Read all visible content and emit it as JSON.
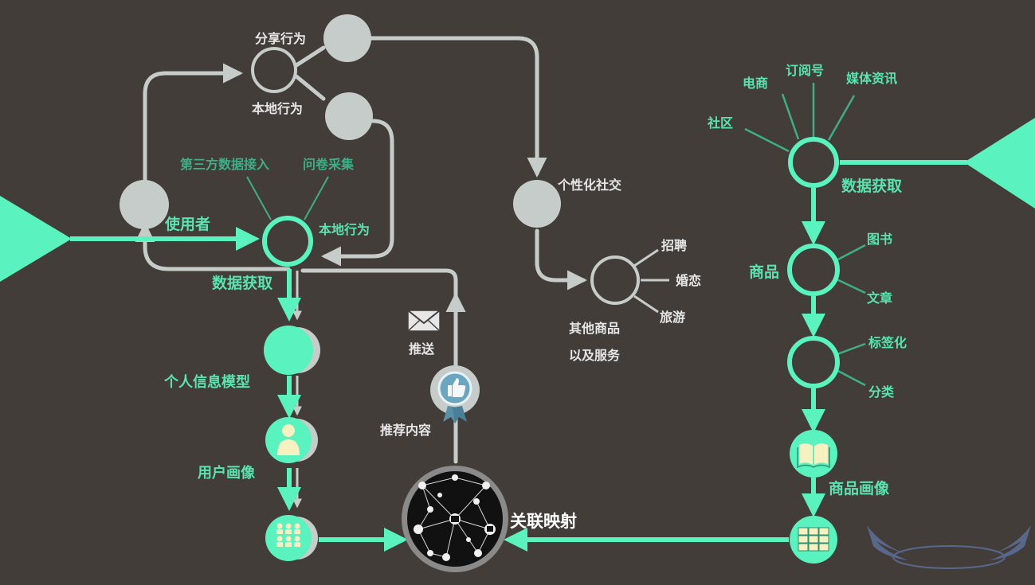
{
  "colors": {
    "background": "#423d39",
    "accent": "#5af2be",
    "accent_text": "#5ae3b0",
    "accent_dim": "#3fae87",
    "gray": "#c6ccc9",
    "text_light": "#e6e6e6"
  },
  "left": {
    "user": "使用者",
    "data_acquire": "数据获取",
    "third_party": "第三方数据接入",
    "survey": "问卷采集",
    "local_behavior_in": "本地行为",
    "share_behavior": "分享行为",
    "local_behavior": "本地行为",
    "personal_model": "个人信息模型",
    "user_portrait": "用户画像"
  },
  "middle": {
    "push": "推送",
    "recommend": "推荐内容",
    "mapping": "关联映射",
    "personalized_social": "个性化社交",
    "other_goods_line1": "其他商品",
    "other_goods_line2": "以及服务",
    "recruit": "招聘",
    "marriage": "婚恋",
    "travel": "旅游"
  },
  "right": {
    "community": "社区",
    "ecommerce": "电商",
    "subscription": "订阅号",
    "media_info": "媒体资讯",
    "data_acquire": "数据获取",
    "goods": "商品",
    "books": "图书",
    "articles": "文章",
    "tagging": "标签化",
    "classify": "分类",
    "goods_portrait": "商品画像"
  },
  "icons": {
    "mail": "envelope-icon",
    "badge": "thumbs-up-badge-icon",
    "person": "person-icon",
    "group": "group-icon",
    "book": "open-book-icon",
    "grid": "grid-icon",
    "network": "network-icon"
  }
}
